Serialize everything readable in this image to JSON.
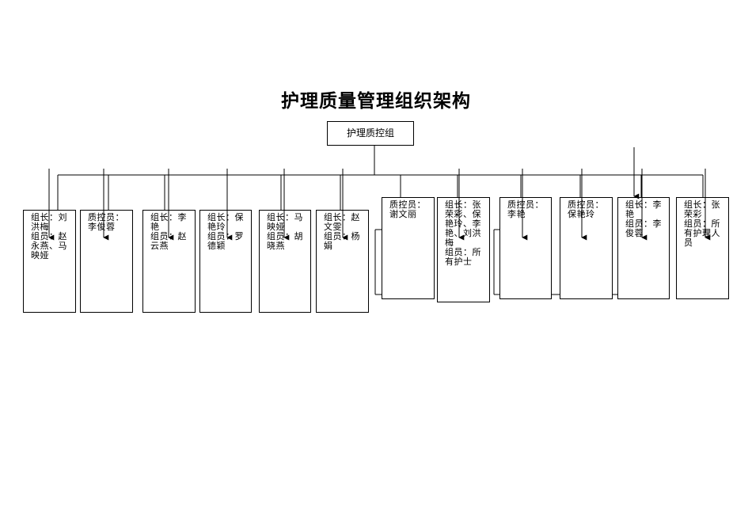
{
  "title": "护理质量管理组织架构",
  "root": "护理质控组",
  "nodes": [
    {
      "id": "n1",
      "lines": [
        "组长：刘洪梅",
        "组员：赵永燕、马映娅"
      ]
    },
    {
      "id": "n2",
      "lines": [
        "质控员：李俊蓉"
      ]
    },
    {
      "id": "n3",
      "lines": [
        "组长：李艳",
        "组员：赵云燕"
      ]
    },
    {
      "id": "n4",
      "lines": [
        "组长：保艳玲",
        "组员：罗德颖"
      ]
    },
    {
      "id": "n5",
      "lines": [
        "组长：马映娅",
        "组员：胡晓燕"
      ]
    },
    {
      "id": "n6",
      "lines": [
        "组长：赵文雯",
        "组员：杨娟"
      ]
    },
    {
      "id": "n7",
      "lines": [
        "质控员：谢文丽"
      ]
    },
    {
      "id": "n8",
      "lines": [
        "组长：张荣彩、保艳玲、李艳、刘洪梅",
        "组员：所有护士"
      ]
    },
    {
      "id": "n9",
      "lines": [
        "质控员：李艳"
      ]
    },
    {
      "id": "n10",
      "lines": [
        "质控员：保艳玲"
      ]
    },
    {
      "id": "n11",
      "lines": [
        "组长：李艳",
        "组员：李俊蓉"
      ]
    },
    {
      "id": "n12",
      "lines": [
        "组长：张荣彩",
        "组员：所有护理人员"
      ]
    }
  ]
}
